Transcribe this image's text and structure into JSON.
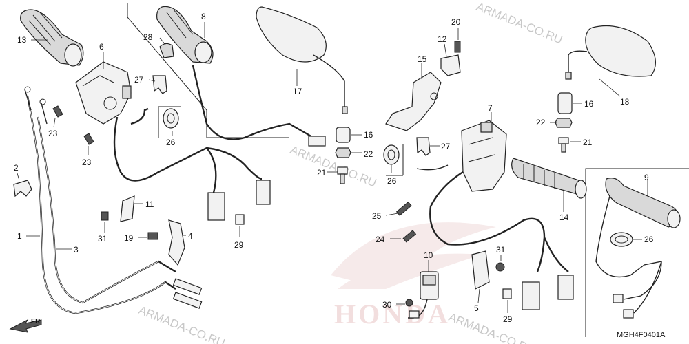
{
  "watermark": "ARMADA-CO.RU",
  "logo_text": "HONDA",
  "front_indicator": "FR.",
  "diagram_code": "MGH4F0401A",
  "parts": {
    "p1": "1",
    "p2": "2",
    "p3": "3",
    "p4": "4",
    "p5": "5",
    "p6": "6",
    "p7": "7",
    "p8": "8",
    "p9": "9",
    "p10": "10",
    "p11": "11",
    "p12": "12",
    "p13": "13",
    "p14": "14",
    "p15": "15",
    "p16a": "16",
    "p16b": "16",
    "p17": "17",
    "p18": "18",
    "p19": "19",
    "p20": "20",
    "p21a": "21",
    "p21b": "21",
    "p22a": "22",
    "p22b": "22",
    "p23a": "23",
    "p23b": "23",
    "p24": "24",
    "p25": "25",
    "p26a": "26",
    "p26b": "26",
    "p26c": "26",
    "p27a": "27",
    "p27b": "27",
    "p28": "28",
    "p29a": "29",
    "p29b": "29",
    "p30": "30",
    "p31a": "31",
    "p31b": "31"
  }
}
